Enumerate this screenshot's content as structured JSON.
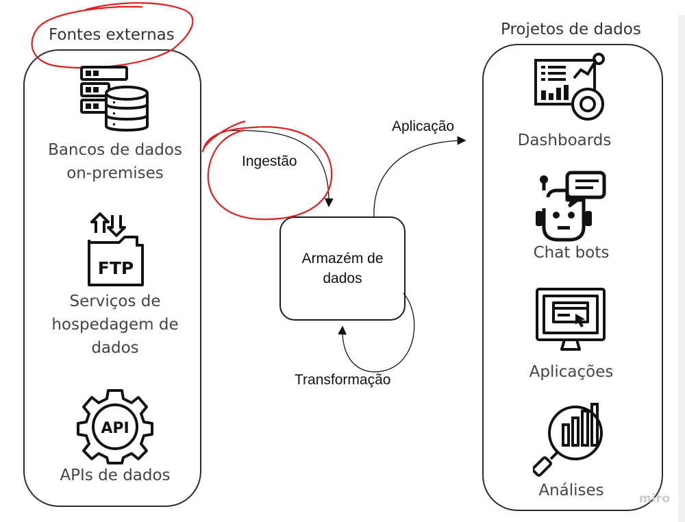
{
  "left_group": {
    "title": "Fontes externas",
    "items": [
      {
        "label_line1": "Bancos de dados",
        "label_line2": "on-premises",
        "icon": "database-server-icon"
      },
      {
        "label_line1": "Serviços de",
        "label_line2": "hospedagem de",
        "label_line3": "dados",
        "icon": "ftp-folder-icon"
      },
      {
        "label_line1": "APIs de dados",
        "icon": "api-gear-icon",
        "icon_text": "API"
      }
    ]
  },
  "center": {
    "node_line1": "Armazém de",
    "node_line2": "dados",
    "edges": {
      "ingestion": "Ingestão",
      "application": "Aplicação",
      "transformation": "Transformação"
    }
  },
  "right_group": {
    "title": "Projetos de dados",
    "items": [
      {
        "label": "Dashboards",
        "icon": "dashboard-icon"
      },
      {
        "label": "Chat bots",
        "icon": "chat-bot-icon"
      },
      {
        "label": "Aplicações",
        "icon": "computer-application-icon"
      },
      {
        "label": "Análises",
        "icon": "analysis-magnifier-icon"
      }
    ]
  },
  "ftp_icon_text": "FTP",
  "watermark": "miro",
  "colors": {
    "annotation": "#e02020",
    "stroke": "#1c1c1c",
    "text": "#444444"
  }
}
